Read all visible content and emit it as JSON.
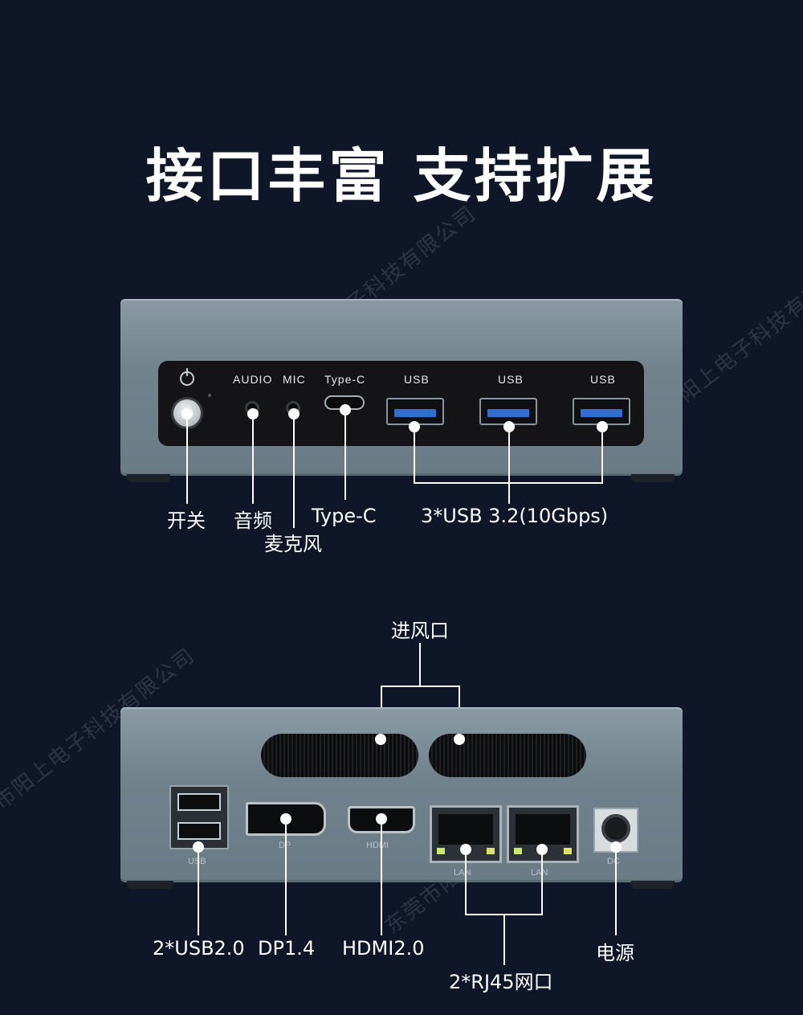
{
  "headline": "接口丰富  支持扩展",
  "watermark": "东莞市阳上电子科技有限公司",
  "front": {
    "silk": {
      "audio": "AUDIO",
      "mic": "MIC",
      "typec": "Type-C",
      "usb1": "USB",
      "usb2": "USB",
      "usb3": "USB"
    },
    "labels": {
      "power": "开关",
      "audio": "音频",
      "mic": "麦克风",
      "typec": "Type-C",
      "usb": "3*USB 3.2(10Gbps)"
    }
  },
  "rear": {
    "silk": {
      "usb": "USB",
      "dp": "DP",
      "hdmi": "HDMI",
      "lan1": "LAN",
      "lan2": "LAN",
      "dc": "DC"
    },
    "labels": {
      "vent": "进风口",
      "usb": "2*USB2.0",
      "dp": "DP1.4",
      "hdmi": "HDMI2.0",
      "rj45": "2*RJ45网口",
      "power": "电源"
    }
  },
  "colors": {
    "background": "#0e1628",
    "chassis": "#7a8a95",
    "usb3_blue": "#2e6fd6"
  }
}
